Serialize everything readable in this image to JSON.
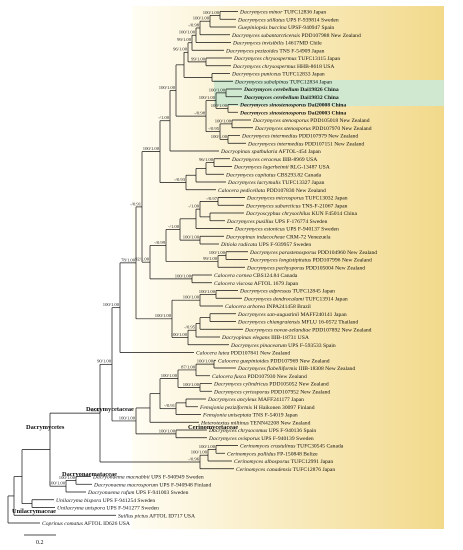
{
  "taxa": [
    [
      "Dacrymyces minor",
      "TUFC12836",
      "Japan"
    ],
    [
      "Dacrymyces stillatus",
      "UPS F-939814",
      "Sweden"
    ],
    [
      "Guepiniopsis buccina",
      "UPSF-940947",
      "Spain"
    ],
    [
      "Dacrymyces subantarcticensis",
      "PDD107988",
      "New Zealand"
    ],
    [
      "Dacrymyces invisibilis",
      "14617MD",
      "Chile"
    ],
    [
      "Dacrymyces pezizoides",
      "TNS F-54909",
      "Japan"
    ],
    [
      "Dacrymyces chrysospermus",
      "TUFC13115",
      "Japan"
    ],
    [
      "Dacrymyces chrysospermus",
      "HHB-8618",
      "USA"
    ],
    [
      "Dacrymyces puniceus",
      "TUFC12833",
      "Japan"
    ],
    [
      "Dacrymyces subalpinus",
      "TUFC12834",
      "Japan"
    ],
    [
      "Dacrymyces cerebellum",
      "Dai19826",
      "China"
    ],
    [
      "Dacrymyces cerebellum",
      "Dai19832",
      "China"
    ],
    [
      "Dacrymyces sinostenosporus",
      "Dai20008",
      "China"
    ],
    [
      "Dacrymyces sinostenosporus",
      "Dai20003",
      "China"
    ],
    [
      "Dacrymyces stenosporus",
      "PDD105018",
      "New Zealand"
    ],
    [
      "Dacrymyces stenosporus",
      "PDD107970",
      "New Zealand"
    ],
    [
      "Dacrymyces intermedius",
      "PDD107979",
      "New Zealand"
    ],
    [
      "Dacrymyces intermedius",
      "PDD107151",
      "New Zealand"
    ],
    [
      "Dacryopinax spathularia",
      "AFTOL-454",
      "Japan"
    ],
    [
      "Dacrymyces ceraceus",
      "IIIB-8969",
      "USA"
    ],
    [
      "Dacrymyces lagerheimii",
      "RLG-13487",
      "USA"
    ],
    [
      "Dacrymyces capitatus",
      "CBS293.82",
      "Canada"
    ],
    [
      "Dacrymyces lacrymalis",
      "TUFC13327",
      "Japan"
    ],
    [
      "Calocera pedicellata",
      "PDD107830",
      "New Zealand"
    ],
    [
      "Dacrymyces microsporus",
      "TUFC13032",
      "Japan"
    ],
    [
      "Dacrymyces subarcticus",
      "TNS-F-21067",
      "Japan"
    ],
    [
      "Dacryoscyphus chrysochilus",
      "KUN F45014",
      "China"
    ],
    [
      "Dacrymyces pusillus",
      "UPS F-176774",
      "Sweden"
    ],
    [
      "Dacrymyces estonicus",
      "UPS F-940137",
      "Sweden"
    ],
    [
      "Dacryopinax indacocheae",
      "CRM-72",
      "Venezuela"
    ],
    [
      "Ditiola radicata",
      "UPS F-939957",
      "Sweden"
    ],
    [
      "Dacrymyces parastenosporus",
      "PDD104960",
      "New Zealand"
    ],
    [
      "Dacrymyces longistipitatus",
      "PDD107996",
      "New Zealand"
    ],
    [
      "Dacrymyces pachysporus",
      "PDD105004",
      "New Zealand"
    ],
    [
      "Calocera cornea",
      "CBS124.84",
      "Canada"
    ],
    [
      "Calocera viscosa",
      "AFTOL 1679",
      "Japan"
    ],
    [
      "Dacrymyces adpressus",
      "TUFC12845",
      "Japan"
    ],
    [
      "Dacrymyces dendrocalami",
      "TUFC13914",
      "Japan"
    ],
    [
      "Calocera arborea",
      "INPA241458",
      "Brazil"
    ],
    [
      "Dacrymyces san-augustinii",
      "MAFF240141",
      "Japan"
    ],
    [
      "Dacrymyces chiangraiensis",
      "MFLU 16-0572",
      "Thailand"
    ],
    [
      "Dacrymyces novae-zelandiae",
      "PDD107892",
      "New Zealand"
    ],
    [
      "Dacryopinax elegans",
      "IIIB-18731",
      "USA"
    ],
    [
      "Dacrymyces pinacearum",
      "UPS F-593533",
      "Spain"
    ],
    [
      "Calocera lutea",
      "PDD107841",
      "New Zealand"
    ],
    [
      "Calocera guepinioides",
      "PDD107969",
      "New Zealand"
    ],
    [
      "Dacrymyces flabelliformis",
      "IIIB-18308",
      "New Zealand"
    ],
    [
      "Calocera fusca",
      "PDD107930",
      "New Zealand"
    ],
    [
      "Dacrymyces cylindricus",
      "PDD105052",
      "New Zealand"
    ],
    [
      "Dacrymyces cyrtosporus",
      "PDD107952",
      "New Zealand"
    ],
    [
      "Dacrymyces ancyleus",
      "MAFF241177",
      "Japan"
    ],
    [
      "Femsjonia peziziformis",
      "H Haikonen 30097",
      "Finland"
    ],
    [
      "Femsjonia uniseptata",
      "TNS F-54019",
      "Japan"
    ],
    [
      "Heterotextus miltinus",
      "TENN42208",
      "New Zealand"
    ],
    [
      "Dacrymyces chrysocomus",
      "UPS F-940136",
      "Spain"
    ],
    [
      "Dacrymyces ovisporus",
      "UPS F-940139",
      "Sweden"
    ],
    [
      "Cerinomyces crustulinus",
      "TUFC30545",
      "Canada"
    ],
    [
      "Cerinomyces pallidus",
      "FP-150848",
      "Belize"
    ],
    [
      "Cerinomyces albosporus",
      "TUFC12991",
      "Japan"
    ],
    [
      "Cerinomyces canadensis",
      "TUFC12876",
      "Japan"
    ],
    [
      "Dacryonaema macnabbii",
      "UPS F-940949",
      "Sweden"
    ],
    [
      "Dacryonaema macrosporum",
      "UPS F-940948",
      "Finland"
    ],
    [
      "Dacryonaema rufum",
      "UPS F-941003",
      "Sweden"
    ],
    [
      "Unilacryma bispora",
      "UPS F-941254",
      "Sweden"
    ],
    [
      "Unilacryma unispora",
      "UPS F-941277",
      "Sweden"
    ],
    [
      "Suillus pictus",
      "AFTOL ID717",
      "USA"
    ],
    [
      "Coprinus comatus",
      "AFTOL ID626",
      "USA"
    ]
  ],
  "bold_taxa": [
    10,
    11,
    12,
    13
  ],
  "support_values": [
    "100/1.00",
    "100/1.00",
    "-/0.98",
    "100/1.00",
    "99/1.00",
    "99/1.00",
    "96/1.00",
    "100/1.00",
    "100/1.00",
    "100/1.00",
    "100/1.00",
    "100/1.00",
    "-/0.95",
    "-/0.98",
    "100/1.00",
    "-/1.00",
    "96/1.00",
    "-/0.93",
    "100/1.00",
    "-/0.97",
    "-/1.00",
    "100/1.00",
    "-/1.00",
    "100/1.00",
    "99/1.00",
    "-/0.99",
    "100/1.00",
    "92/1.00",
    "-/0.91",
    "100/1.00",
    "100/1.00",
    "-/0.95",
    "100/1.00",
    "100/1.00",
    "78/1.00",
    "100/1.00",
    "100/1.00",
    "87/1.00",
    "100/1.00",
    "100/1.00",
    "-/0.91",
    "100/1.00",
    "100/1.00",
    "90/1.00",
    "100/1.00",
    "100/1.00",
    "-/0.96",
    "-/0.96",
    "100/1.00",
    "100/1.00"
  ],
  "clades": {
    "dacrymycetaceae": "Dacrymycetaceae",
    "cerinomycetaceae": "Cerinomycetaceae",
    "dacryonaemataceae": "Dacryonaemataceae",
    "unilacrymaceae": "Unilacrymaceae",
    "dacrymycetes": "Dacrymycetes"
  },
  "scale_bar": "0.2",
  "colors": {
    "background_gradient_start": "#fffbea",
    "background_gradient_end": "#f2d98a",
    "highlight": "#cfe8cf"
  }
}
